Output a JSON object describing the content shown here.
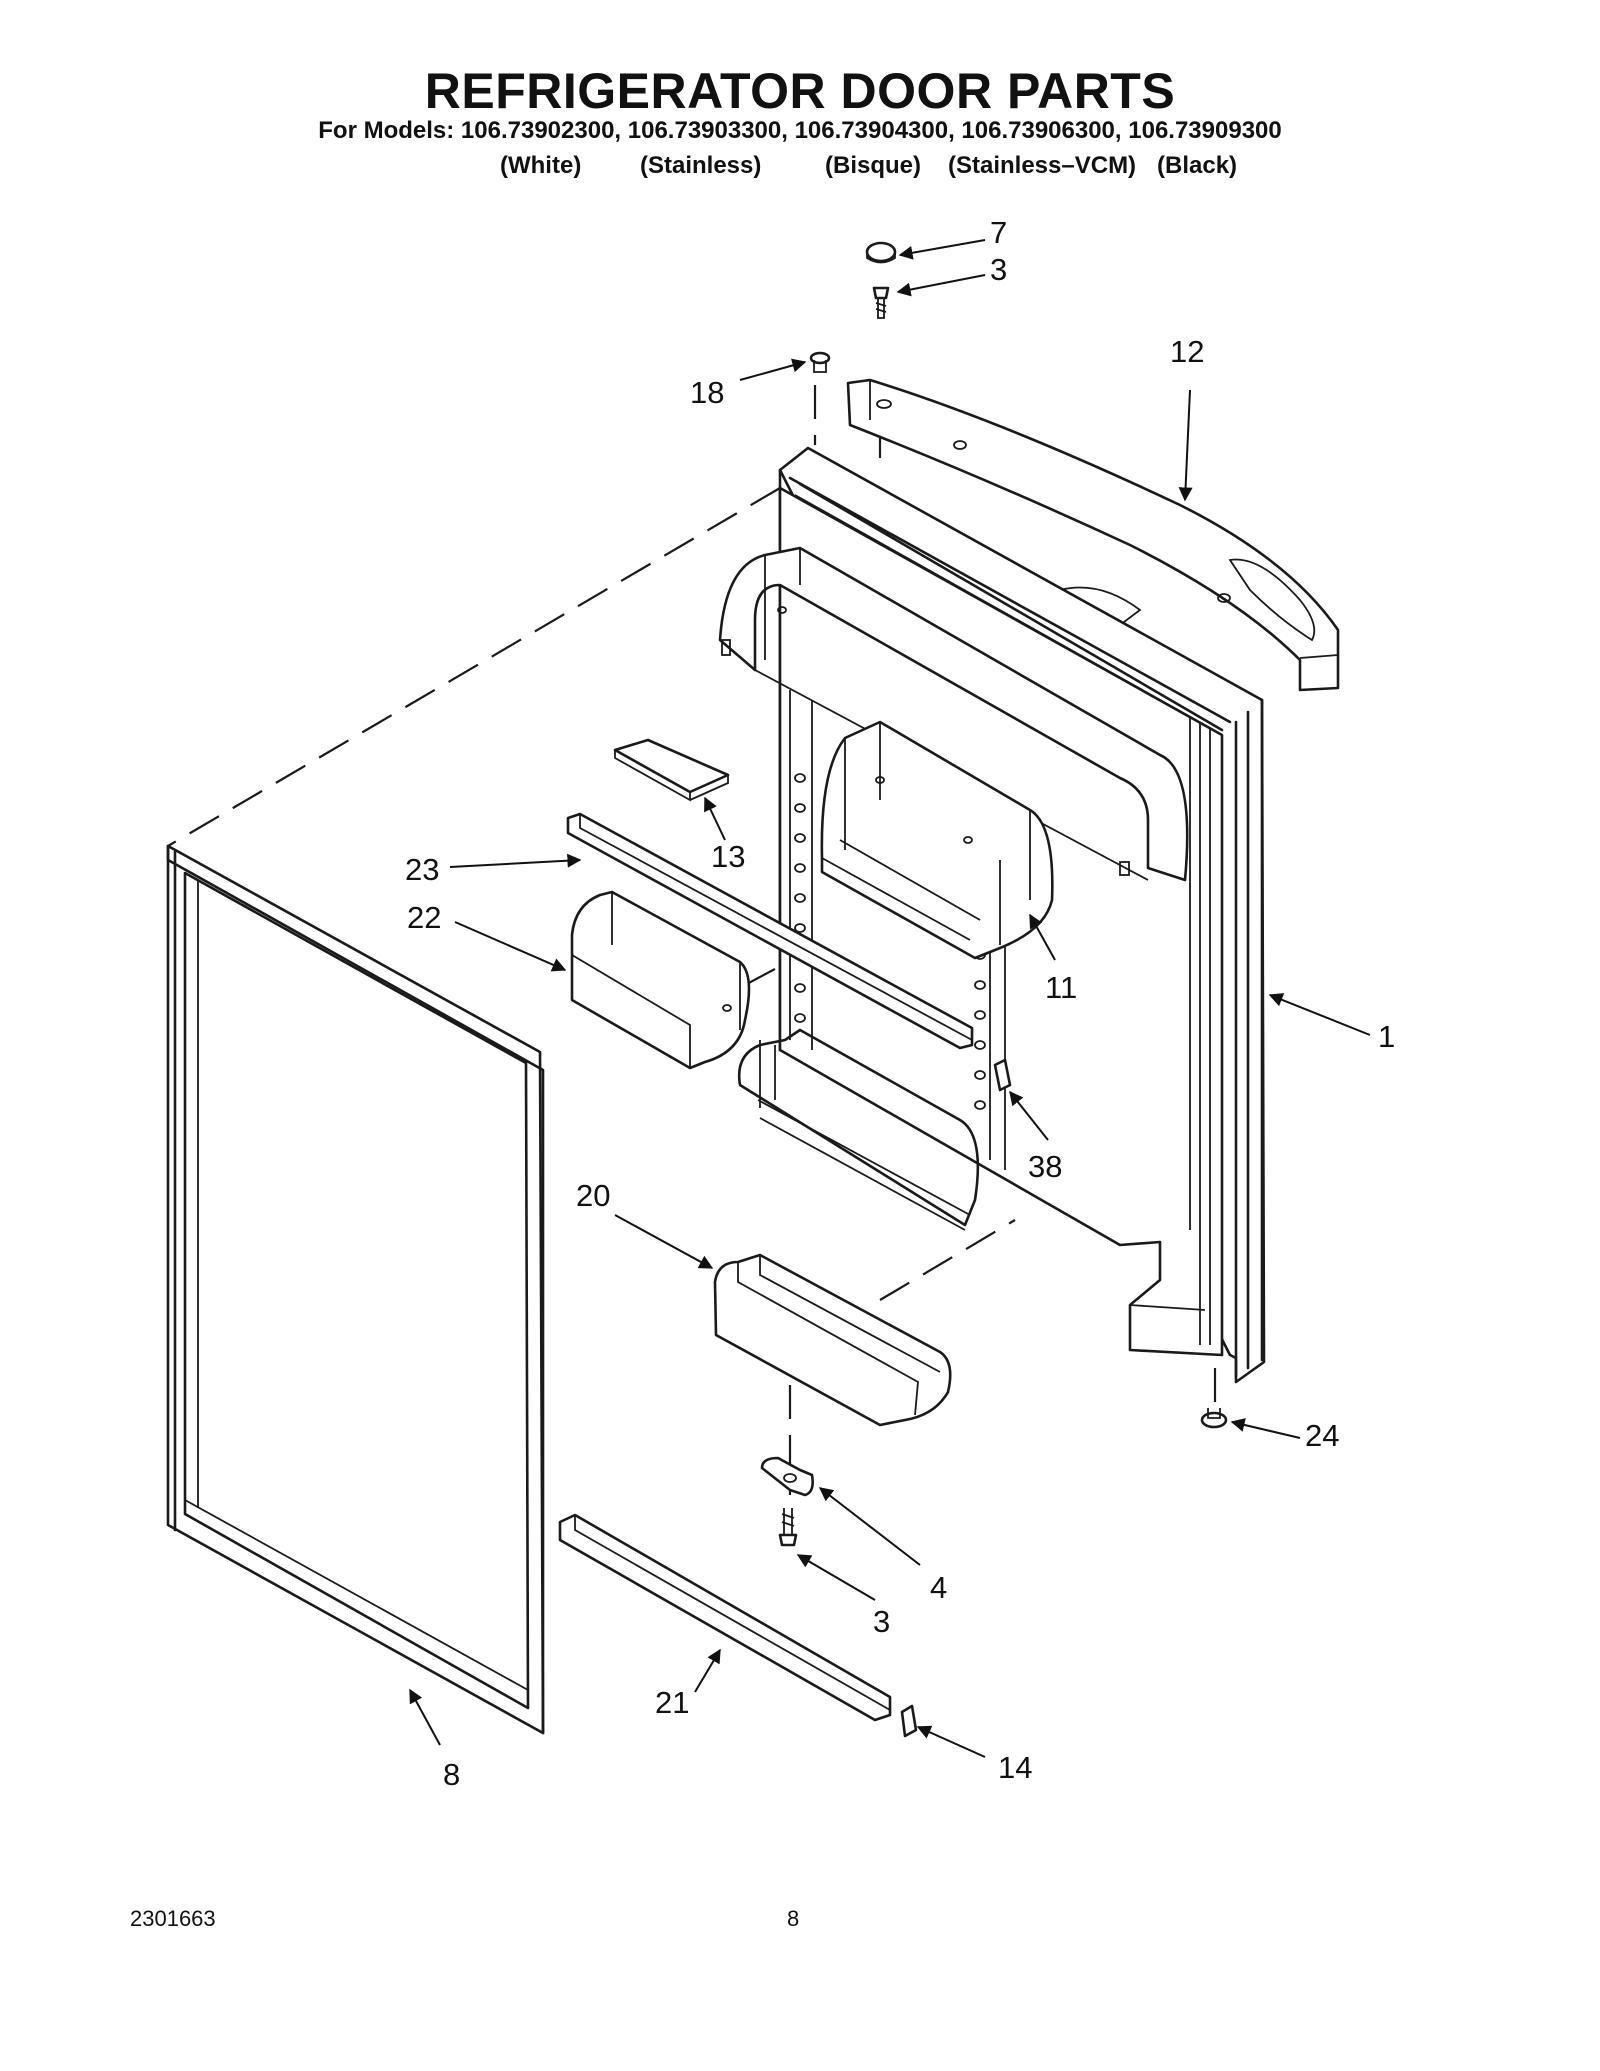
{
  "title": "REFRIGERATOR DOOR PARTS",
  "models_line": "For Models: 106.73902300, 106.73903300, 106.73904300, 106.73906300, 106.73909300",
  "finishes": [
    "(White)",
    "(Stainless)",
    "(Bisque)",
    "(Stainless–VCM)",
    "(Black)"
  ],
  "callouts": {
    "c7": "7",
    "c3_top": "3",
    "c12": "12",
    "c18": "18",
    "c13": "13",
    "c23": "23",
    "c22": "22",
    "c11": "11",
    "c1": "1",
    "c38": "38",
    "c20": "20",
    "c24": "24",
    "c4": "4",
    "c3_bottom": "3",
    "c21": "21",
    "c8": "8",
    "c14": "14"
  },
  "footer": {
    "doc_number": "2301663",
    "page_number": "8"
  }
}
